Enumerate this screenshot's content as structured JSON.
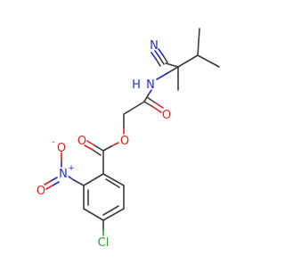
{
  "molecule": {
    "atoms": {
      "n_cyano": "N",
      "n_amide_h": "H",
      "n_amide": "N",
      "o_amide": "O",
      "o_ester_carbonyl": "O",
      "o_ester": "O",
      "o_nitro_minus": "O",
      "o_nitro_charge": "-",
      "n_nitro": "N",
      "n_nitro_charge": "+",
      "o_nitro": "O",
      "cl": "Cl"
    },
    "colors": {
      "bond": "#3a3a3a",
      "oxygen": "#e0211d",
      "nitrogen": "#1d2fd6",
      "chlorine": "#22a321"
    }
  }
}
